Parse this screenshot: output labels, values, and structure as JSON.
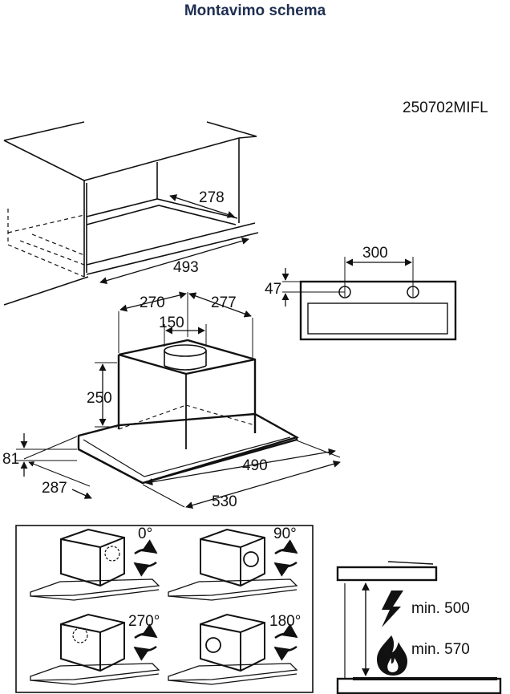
{
  "header": {
    "title": "Montavimo schema",
    "model_code": "250702MIFL"
  },
  "cabinet": {
    "depth_label": "278",
    "width_label": "493"
  },
  "ceiling_holes": {
    "spacing_label": "300",
    "offset_label": "47"
  },
  "hood": {
    "left_offset_label": "270",
    "right_offset_label": "277",
    "duct_label": "150",
    "height_label": "250",
    "panel_label": "81",
    "depth_label": "287",
    "inner_width_label": "490",
    "outer_width_label": "530"
  },
  "rotations": [
    "0°",
    "90°",
    "270°",
    "180°"
  ],
  "clearance": {
    "electric_label": "min. 500",
    "gas_label": "min. 570"
  },
  "icons": [
    "rotate-arrows-icon",
    "lightning-icon",
    "flame-icon"
  ]
}
